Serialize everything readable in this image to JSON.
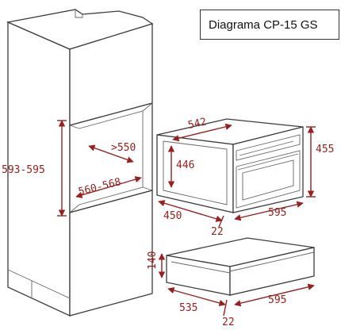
{
  "title": "Diagrama CP-15 GS",
  "colors": {
    "dimension": "#9a2020",
    "outline": "#3c3c3c"
  },
  "cabinet": {
    "height_label": "593-595",
    "depth_label": ">550",
    "width_label": "560-568"
  },
  "oven": {
    "width_top_label": "542",
    "height_inner_label": "446",
    "height_total_label": "455",
    "depth_label": "450",
    "width_front_label": "595",
    "front_panel_label": "22"
  },
  "drawer": {
    "height_label": "140",
    "depth_label": "535",
    "width_label": "595",
    "front_panel_label": "22"
  }
}
